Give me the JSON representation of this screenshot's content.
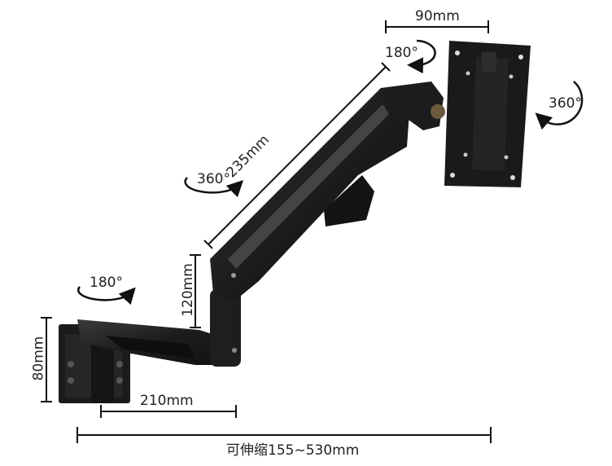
{
  "dimensions": {
    "top_width": "90mm",
    "arm_length": "235mm",
    "post_height": "120mm",
    "wall_plate_height": "80mm",
    "lower_arm": "210mm",
    "extension_range": "可伸缩155~530mm"
  },
  "rotations": {
    "tilt_top": "180°",
    "monitor_rotate": "360°",
    "arm_swivel": "360°",
    "base_swivel": "180°"
  },
  "colors": {
    "mount_body": "#1e1e20",
    "annotation": "#111111",
    "background": "#ffffff"
  }
}
